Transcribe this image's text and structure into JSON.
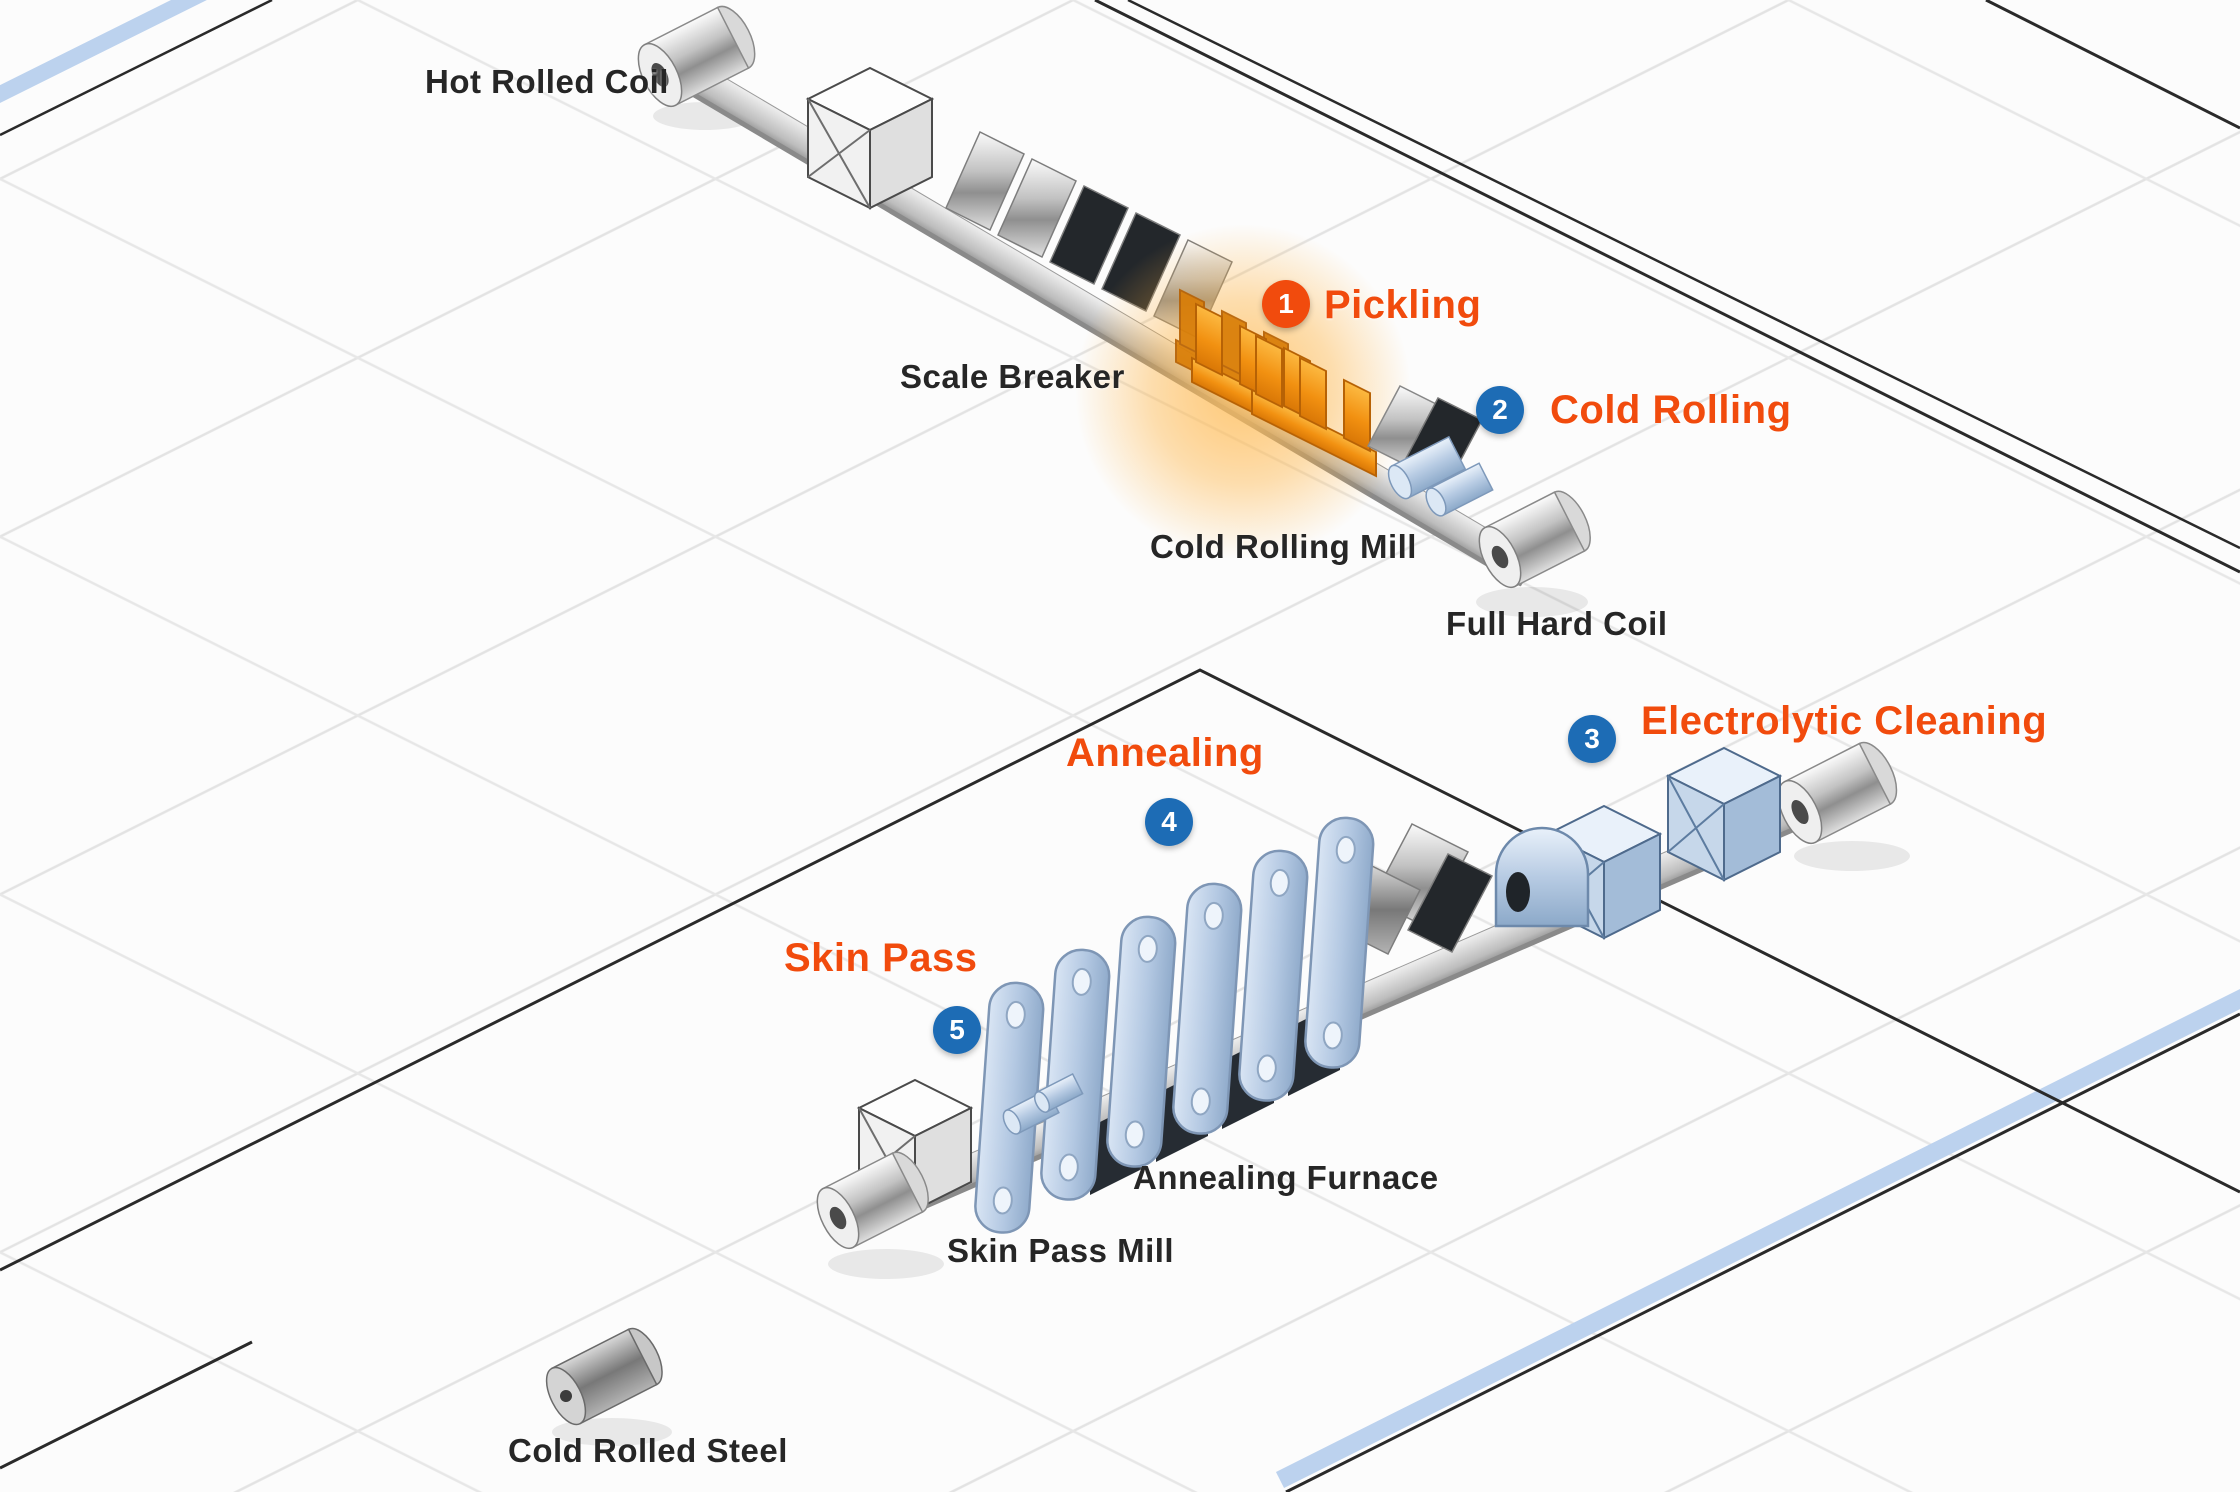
{
  "steps": [
    {
      "num": "1",
      "label": "Pickling",
      "badge_color": "#f14b0d"
    },
    {
      "num": "2",
      "label": "Cold Rolling",
      "badge_color": "#1d6cb5"
    },
    {
      "num": "3",
      "label": "Electrolytic Cleaning",
      "badge_color": "#1d6cb5"
    },
    {
      "num": "4",
      "label": "Annealing",
      "badge_color": "#1d6cb5"
    },
    {
      "num": "5",
      "label": "Skin Pass",
      "badge_color": "#1d6cb5"
    }
  ],
  "labels": {
    "hot_rolled_coil": "Hot Rolled Coil",
    "scale_breaker": "Scale Breaker",
    "cold_rolling_mill": "Cold Rolling Mill",
    "full_hard_coil": "Full Hard Coil",
    "annealing_furnace": "Annealing Furnace",
    "skin_pass_mill": "Skin Pass Mill",
    "cold_rolled_steel": "Cold Rolled Steel"
  },
  "colors": {
    "step_text": "#f14b0d",
    "badge_orange": "#f14b0d",
    "badge_blue": "#1d6cb5",
    "label_text": "#262626",
    "machine_orange": "#f29111",
    "machine_blue": "#b3c8e2",
    "machine_silver": "#c6c6c6",
    "floor_stripe": "#bcd2ee",
    "pickling_glow": "#ffb341"
  }
}
